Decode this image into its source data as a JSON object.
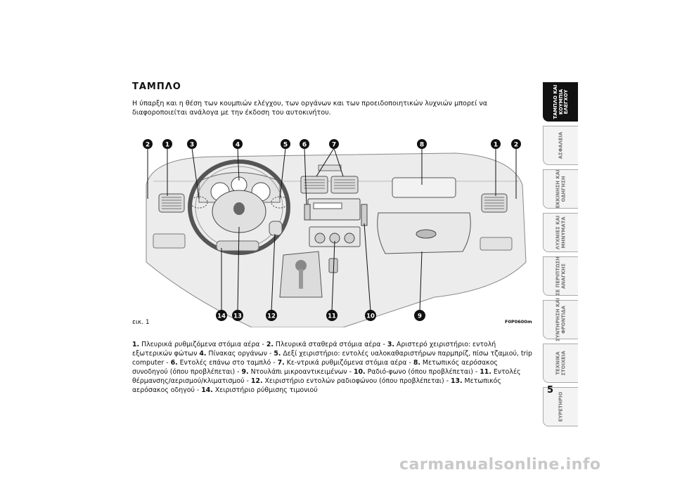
{
  "title": "ΤΑΜΠΛΟ",
  "intro": "Η ύπαρξη και η θέση των κουμπιών ελέγχου, των οργάνων και των προειδοποιητικών λυχνιών μπορεί να διαφοροποιείται ανάλογα με την έκδοση του αυτοκινήτου.",
  "figure": {
    "label": "εικ. 1",
    "code": "F0P0600m",
    "callouts_top": [
      "2",
      "1",
      "3",
      "4",
      "5",
      "6",
      "7",
      "8",
      "1",
      "2"
    ],
    "callouts_bottom": [
      "14",
      "13",
      "12",
      "11",
      "10",
      "9"
    ]
  },
  "caption": {
    "items": [
      {
        "num": "1.",
        "text": " Πλευρικά ρυθμιζόμενα στόμια αέρα - "
      },
      {
        "num": "2.",
        "text": " Πλευρικά σταθερά στόμια αέρα - "
      },
      {
        "num": "3.",
        "text": " Αριστερό χειριστήριο: εντολή εξωτερικών φώτων "
      },
      {
        "num": "4.",
        "text": " Πίνακας οργάνων - "
      },
      {
        "num": "5.",
        "text": " Δεξί χειριστήριο: εντολές υαλοκαθαριστήρων παρμπρίζ, πίσω τζαμιού, trip computer - "
      },
      {
        "num": "6.",
        "text": " Εντολές επάνω στο ταμπλό - "
      },
      {
        "num": "7.",
        "text": " Κε-ντρικά ρυθμιζόμενα στόμια αέρα - "
      },
      {
        "num": "8.",
        "text": " Μετωπικός αερόσακος συνοδηγού (όπου προβλέπεται) - "
      },
      {
        "num": "9.",
        "text": " Ντουλάπι μικροαντικειμένων - "
      },
      {
        "num": "10.",
        "text": " Ραδιό-φωνο (όπου προβλέπεται) - "
      },
      {
        "num": "11.",
        "text": " Εντολές θέρμανσης/αερισμού/κλιματισμού - "
      },
      {
        "num": "12.",
        "text": " Χειριστήριο εντολών ραδιοφώνου (όπου προβλέπεται) - "
      },
      {
        "num": "13.",
        "text": " Μετωπικός αερόσακος οδηγού - "
      },
      {
        "num": "14.",
        "text": " Χειριστήριο ρύθμισης τιμονιού"
      }
    ]
  },
  "tabs": [
    {
      "label": "ΤΑΜΠΛΟ ΚΑΙ ΚΟΥΜΠΙΑ ΕΛΕΓΧΟΥ",
      "active": true
    },
    {
      "label": "ΑΣΦΑΛΕΙΑ",
      "active": false
    },
    {
      "label": "ΕΚΚΙΝΗΣΗ ΚΑΙ ΟΔΗΓΗΣΗ",
      "active": false
    },
    {
      "label": "ΛΥΧΝΙΕΣ ΚΑΙ ΜΗΝΥΜΑΤΑ",
      "active": false
    },
    {
      "label": "ΣΕ ΠΕΡΙΠΤΩΣΗ ΑΝΑΓΚΗΣ",
      "active": false
    },
    {
      "label": "ΣΥΝΤΗΡΗΣΗ ΚΑΙ ΦΡΟΝΤΙΔΑ",
      "active": false
    },
    {
      "label": "ΤΕΧΝΙΚΑ ΣΤΟΙΧΕΙΑ",
      "active": false
    },
    {
      "label": "ΕΥΡΕΤΗΡΙΟ",
      "active": false
    }
  ],
  "page_number": "5",
  "watermark": "carmanualsonline.info",
  "colors": {
    "text": "#111111",
    "tab_active": "#111111",
    "tab_inactive": "#f3f3f3",
    "callout": "#111111"
  }
}
